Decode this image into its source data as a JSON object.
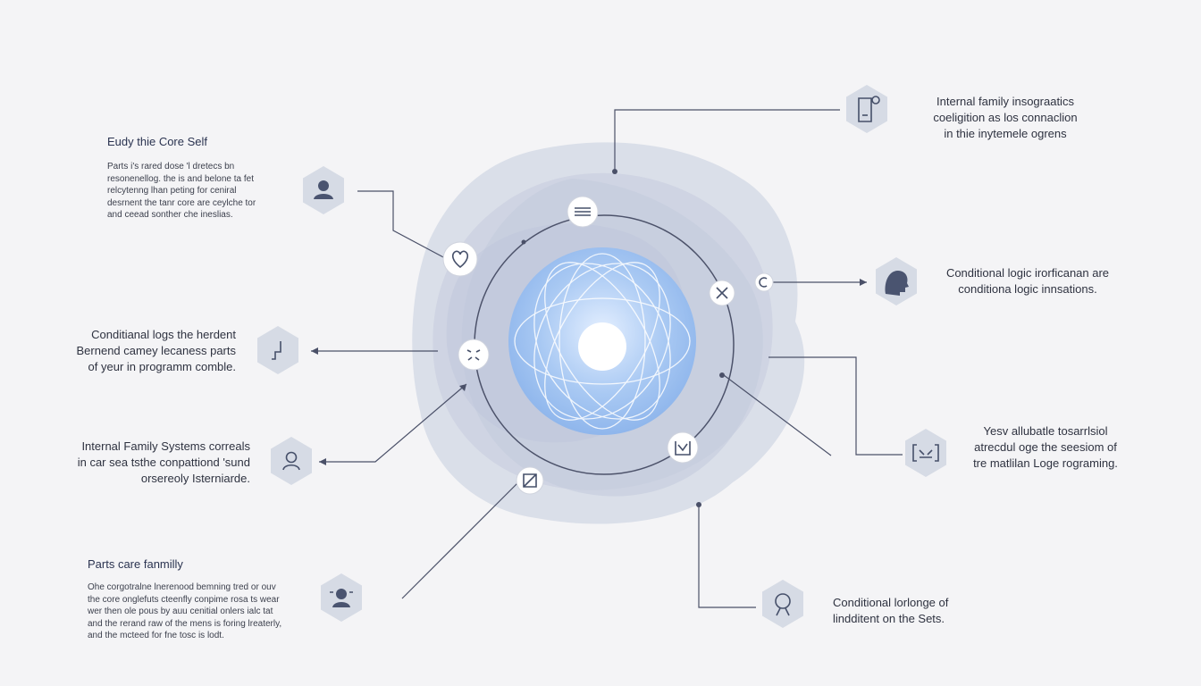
{
  "blocks": {
    "top_left": {
      "title": "Eudy thie Core Self",
      "lines": [
        "Parts i's rared dose 'l dretecs bn",
        "resonenellog. the is and belone ta fet",
        "relcytenng lhan peting for ceniral",
        "desrnent the tanr core are ceylche tor",
        "and ceead sonther che ineslias."
      ]
    },
    "bottom_left": {
      "title": "Parts care fanmilly",
      "lines": [
        "Ohe corgotralne lnerenood bemning tred or ouv",
        "the core onglefuts cteenfly conpime rosa ts wear",
        "wer then ole pous by auu cenitial onlers ialc tat",
        "and the rerand raw of the mens is foring lreaterly,",
        "and the mcteed for fne tosc is lodt."
      ]
    }
  },
  "labels": {
    "left_mid1": [
      "Conditianal logs the herdent",
      "Bernend camey lecaness parts",
      "of yeur in programm comble."
    ],
    "left_mid2": [
      "Internal Family Systems correals",
      "in car sea tsthe conpattiond 'sund",
      "orsereoly Isterniarde."
    ],
    "right_top": [
      "Internal family insograatics",
      "coeligition as los connaclion",
      "in thie inytemele ogrens"
    ],
    "right_mid1": [
      "Conditional logic irorficanan are",
      "conditiona logic innsations."
    ],
    "right_mid2": [
      "Yesv allubatle tosarrlsiol",
      "atrecdul oge the seesiom of",
      "tre matlilan Loge rograming."
    ],
    "right_bottom": [
      "Conditional lorlonge of",
      "lindditent on the Sets."
    ]
  },
  "icons": {
    "hex_user_top": "user-icon",
    "hex_chart": "step-chart-icon",
    "hex_user_mid": "user-icon",
    "hex_user_bottom": "user-sparkle-icon",
    "hex_doc": "document-icon",
    "hex_head": "head-profile-icon",
    "hex_bracket": "bracket-code-icon",
    "hex_person_ring": "person-ring-icon",
    "orbit_nodes": [
      "list-icon",
      "heart-icon",
      "face-icon",
      "cross-arrows-icon",
      "chart-icon",
      "arrow-box-icon",
      "circle-c-icon"
    ]
  },
  "colors": {
    "background": "#f4f4f6",
    "blob": "#c9d0e0",
    "sphere": "#9ec2ef",
    "line": "#4a5068",
    "hex": "#d6dbe5"
  }
}
